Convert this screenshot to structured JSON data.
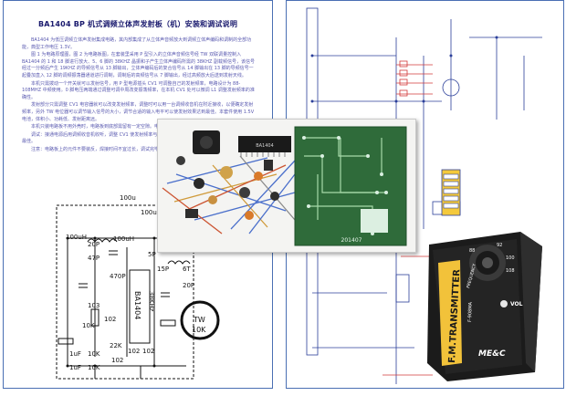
{
  "document": {
    "title": "BA1404 BP 机式调频立体声发射板（机）安装和调试说明",
    "paragraphs": [
      "BA1404 为低压调频立体声发射集成电路，其内部集成了从立体声音频放大到调频立体声编码和调制的全部功能，典型工作电压 1.3V。",
      "图 1 为电路原理图，图 2 为电路板图，在套装里采用 P 型引入的立体声音频信号经 TW 双联调量控制入 BA1404 的 1 和 18 脚进行放大、5、6 脚的 38KHZ 晶振和子产生立体声编码所需的 38KHZ 副载频信号，该信号经过一分频后产生 19KHZ 的导频信号从 13 脚输出，立体声编码后的复合信号从 14 脚输出在 13 脚的导频信号一起叠加直入 12 脚的调频振荡器通道进行调制，调制后的高频信号从 7 脚输出，经过高频放大后送到发射天线。",
      "本机只需拨动一个开关就可以发射信号，用 P 型电源插头 CV1 可调整自己的发射频率，电路设计为 88-108MHZ 中频使用。0 脚电压两端通过调整可调中周改变振荡频率，在本机 CV1 处可以微调 L1 调整发射频率的准确性。",
      "发射部分只需调整 CV1 电容器就可以改变发射频率，调整时可以用一台调频收音机在附近接收，以便确定发射频率，另外 TW 电位器可以调节输入信号的大小，调节合适的输入电平可以使发射效果达到最佳。本套件使用 1.5V 电池，体积小、功耗低、发射距离远。",
      "本机只装电路板不用外壳时，电路板到底部需留有一定空隙。电源部分用干电池，电池要安装牢固。",
      "调试：接通电源后用调频收音机收听，调整 CV1 使发射频率与收音机接收频率一致，并调整 TW 电位器使声音最佳。",
      "注意：电路板上的元件不要装反，焊接时间不宜过长，调试完毕后可用蜡封固可调电容。"
    ]
  },
  "schematic_labels": {
    "c_100uH": "100uH",
    "c_20p": "20P",
    "c_47p": "47P",
    "c_100uH_2": "100uH",
    "c_5p": "5P",
    "c_15p": "15P",
    "c_6t": "6T",
    "c_20p_2": "20P",
    "c_470p": "470P",
    "ic_name": "BA1404",
    "osc": "38KHz",
    "c_103": "103",
    "c_102": "102",
    "c_10k": "10K",
    "c_1uf": "1uF",
    "c_22k": "22K",
    "c_10k_2": "10K",
    "c_102_2": "102",
    "c_102_3": "102",
    "c_102_4": "102",
    "tw_label": "TW",
    "tw_value": "10K",
    "c_100u": "100u",
    "c_100u_2": "100u",
    "c_1uf_2": "1uF",
    "c_10k_3": "10K"
  },
  "pcb_photo": {
    "board_id": "201407",
    "ic_label": "BA1404"
  },
  "transmitter": {
    "brand_text": "F.M.TRANSMITTER",
    "model": "F-908MA",
    "maker": "ME&C",
    "dial_label": "FREQUENCY",
    "vol_label": "VOL",
    "dial_numbers": [
      "88",
      "92",
      "100",
      "108"
    ],
    "colors": {
      "body": "#1b1b1b",
      "label_bg": "#f2c23a",
      "label_text": "#1b1b1b"
    }
  },
  "colors": {
    "page_border": "#4a6fb3",
    "pcb_green": "#2f6b3a",
    "doc_text": "#5a5ab0"
  }
}
